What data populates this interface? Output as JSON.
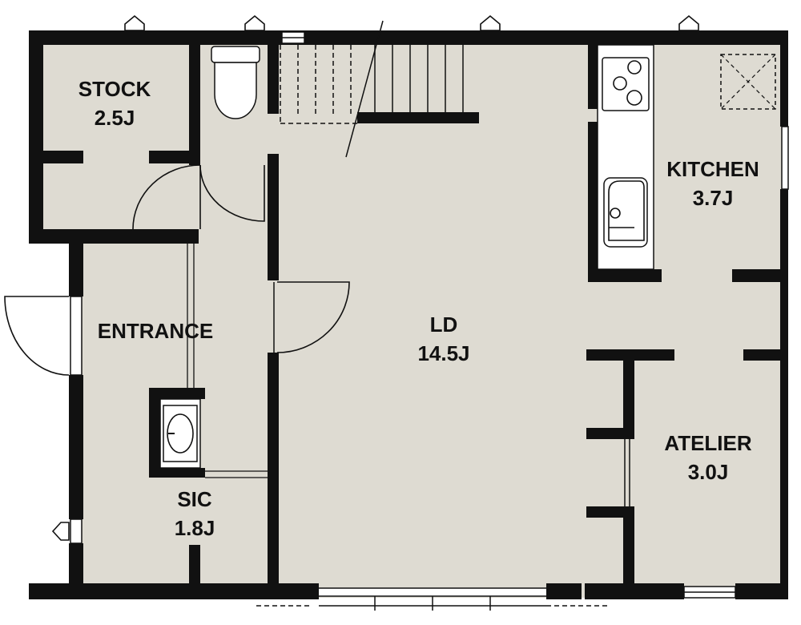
{
  "rooms": [
    {
      "id": "stock",
      "name": "STOCK",
      "size": "2.5J"
    },
    {
      "id": "entrance",
      "name": "ENTRANCE",
      "size": ""
    },
    {
      "id": "sic",
      "name": "SIC",
      "size": "1.8J"
    },
    {
      "id": "ld",
      "name": "LD",
      "size": "14.5J"
    },
    {
      "id": "kitchen",
      "name": "KITCHEN",
      "size": "3.7J"
    },
    {
      "id": "atelier",
      "name": "ATELIER",
      "size": "3.0J"
    }
  ],
  "colors": {
    "wall": "#111111",
    "floor": "#dedbd2",
    "fixture": "#ffffff"
  },
  "icons": [
    "stove-icon",
    "kitchen-sink-icon",
    "toilet-icon",
    "wash-basin-icon",
    "vent-icon",
    "ventilation-hood-icon"
  ]
}
